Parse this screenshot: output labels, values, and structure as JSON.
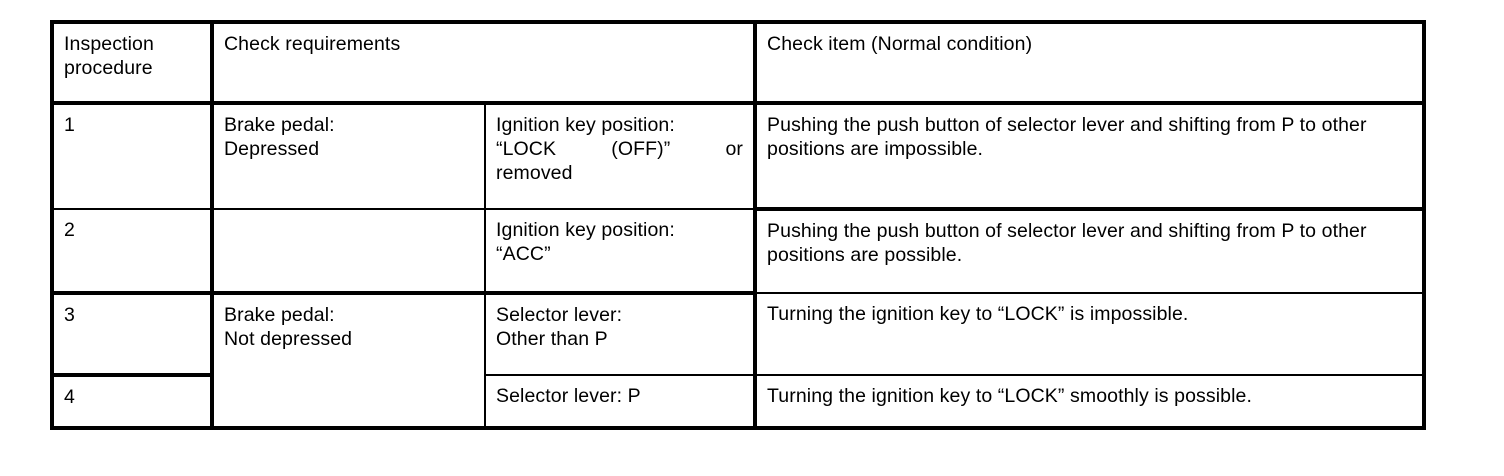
{
  "document": {
    "type": "inspection-table",
    "columns": [
      {
        "id": "procedure",
        "label": "Inspection\nprocedure",
        "label_line1": "Inspection",
        "label_line2": "procedure"
      },
      {
        "id": "requirements",
        "label": "Check requirements"
      },
      {
        "id": "condition",
        "label": ""
      },
      {
        "id": "item",
        "label": "Check item (Normal condition)"
      }
    ],
    "rows": [
      {
        "procedure": "1",
        "requirement_line1": "Brake pedal:",
        "requirement_line2": "Depressed",
        "condition": "Ignition key position: “LOCK (OFF)” or removed",
        "condition_line1": "Ignition key position:",
        "condition_line2": "“LOCK (OFF)” or",
        "condition_line3": "removed",
        "item": "Pushing the push button of selector lever and shifting from P to other positions are impossible."
      },
      {
        "procedure": "2",
        "requirement_line1": "",
        "requirement_line2": "",
        "condition": "Ignition key position: “ACC”",
        "condition_line1": "Ignition key position:",
        "condition_line2": "“ACC”",
        "condition_line3": "",
        "item": "Pushing the push button of selector lever and shifting from P to other positions are possible."
      },
      {
        "procedure": "3",
        "requirement_line1": "Brake pedal:",
        "requirement_line2": "Not depressed",
        "condition": "Selector lever: Other than P",
        "condition_line1": "Selector lever:",
        "condition_line2": "Other than P",
        "condition_line3": "",
        "item": "Turning the ignition key to “LOCK” is impossible."
      },
      {
        "procedure": "4",
        "requirement_line1": "",
        "requirement_line2": "",
        "condition": "Selector lever: P",
        "condition_line1": "Selector lever: P",
        "condition_line2": "",
        "condition_line3": "",
        "item": "Turning the ignition key to “LOCK” smoothly is possible."
      }
    ]
  },
  "colors": {
    "ink": "#000000",
    "paper": "#ffffff"
  }
}
